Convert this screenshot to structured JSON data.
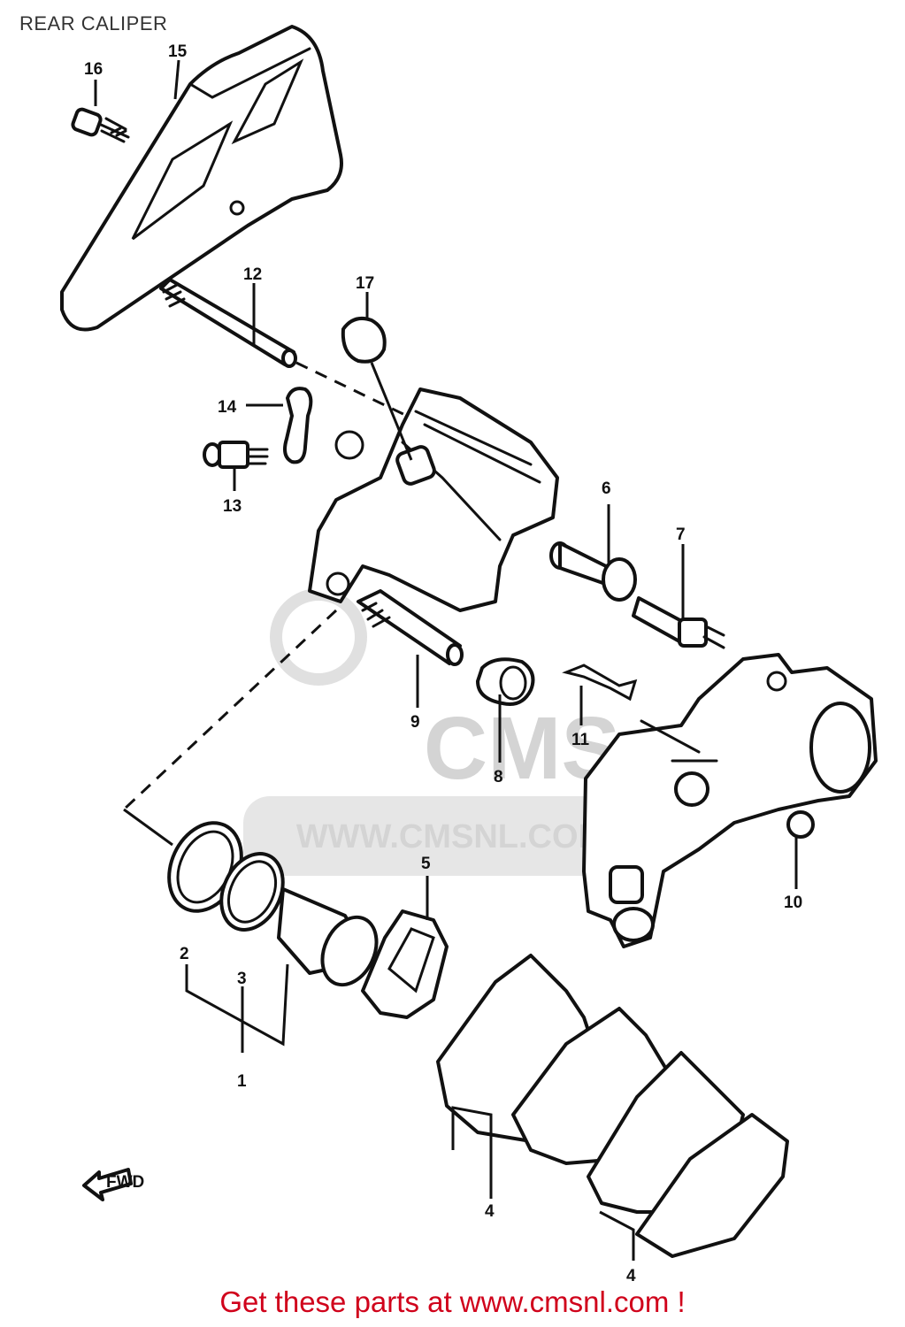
{
  "title": "REAR CALIPER",
  "watermark": {
    "brand": "CMS",
    "url": "WWW.CMSNL.COM"
  },
  "callouts": {
    "p1": "1",
    "p2": "2",
    "p3": "3",
    "p4a": "4",
    "p4b": "4",
    "p5": "5",
    "p6": "6",
    "p7": "7",
    "p8": "8",
    "p9": "9",
    "p10": "10",
    "p11": "11",
    "p12": "12",
    "p13": "13",
    "p14": "14",
    "p15": "15",
    "p16": "16",
    "p17": "17"
  },
  "fwd_label": "FWD",
  "footer": "Get these parts at www.cmsnl.com !",
  "colors": {
    "footer_text": "#d0021b",
    "line_art": "#111111",
    "watermark": "#d4d4d4"
  }
}
